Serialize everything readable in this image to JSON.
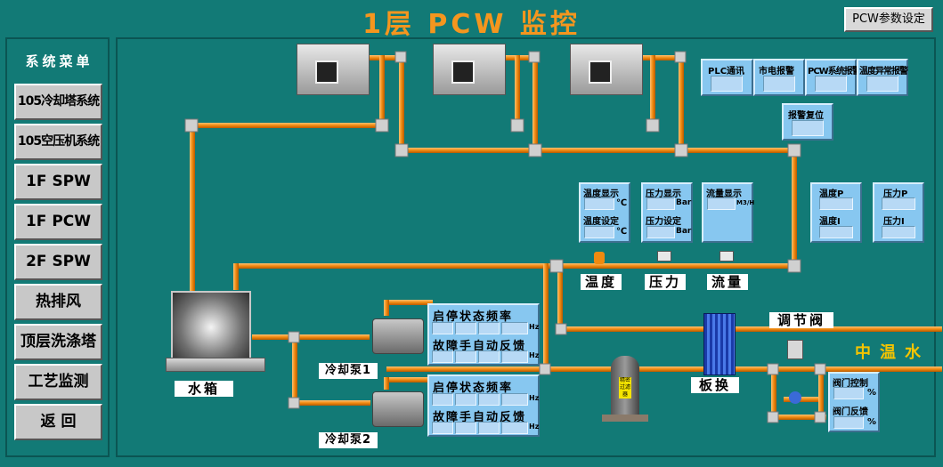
{
  "title": "1层 PCW 监控",
  "top_button": "PCW参数设定",
  "menu": {
    "title": "系统菜单",
    "items": [
      "105冷却塔系统",
      "105空压机系统",
      "1F SPW",
      "1F PCW",
      "2F SPW",
      "热排风",
      "顶层洗涤塔",
      "工艺监测",
      "返  回"
    ]
  },
  "alarms": {
    "plc": "PLC通讯",
    "mains": "市电报警",
    "pcw_system": "PCW系统报警",
    "temp_abnormal": "温度异常报警",
    "reset": "报警复位"
  },
  "display": {
    "temp_display": "温度显示",
    "temp_set": "温度设定",
    "temp_unit": "℃",
    "press_display": "压力显示",
    "press_set": "压力设定",
    "press_unit": "Bar",
    "flow_display": "流量显示",
    "flow_unit": "M3/H",
    "temp_p": "温度P",
    "temp_i": "温度I",
    "press_p": "压力P",
    "press_i": "压力I"
  },
  "sensors": {
    "temp": "温度",
    "press": "压力",
    "flow": "流量"
  },
  "pumps": {
    "header": "启停状态频率",
    "header2": "故障手自动反馈",
    "hz": "Hz",
    "pump1": "冷却泵1",
    "pump2": "冷却泵2"
  },
  "equipment": {
    "tank": "水箱",
    "heat_exchanger": "板换",
    "valve": "调节阀",
    "mid_temp_water": "中温水",
    "filter": "精密过滤器"
  },
  "valve_panel": {
    "control": "阀门控制",
    "feedback": "阀门反馈",
    "unit": "%"
  }
}
